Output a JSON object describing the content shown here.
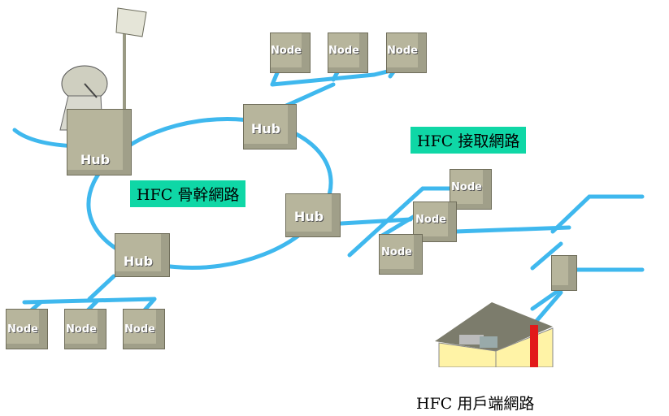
{
  "labels": {
    "backbone": "HFC 骨幹網路",
    "access": "HFC 接取網路",
    "customer": "HFC 用戶端網路"
  },
  "hubs": {
    "main": "Hub",
    "upper": "Hub",
    "right": "Hub",
    "lower": "Hub"
  },
  "nodes": {
    "top": [
      "Node",
      "Node",
      "Node"
    ],
    "bottom": [
      "Node",
      "Node",
      "Node"
    ],
    "access": [
      "Node",
      "Node",
      "Node"
    ]
  },
  "colors": {
    "link": "#3fb8ee",
    "box": "#b7b59c",
    "label_bg": "#0fd7a6",
    "house_roof": "#7c7c6c",
    "house_wall": "#fff3a6",
    "house_door": "#e21a1a"
  },
  "icons": [
    "satellite-dish-icon",
    "antenna-icon",
    "house-icon",
    "tap-box-icon"
  ]
}
